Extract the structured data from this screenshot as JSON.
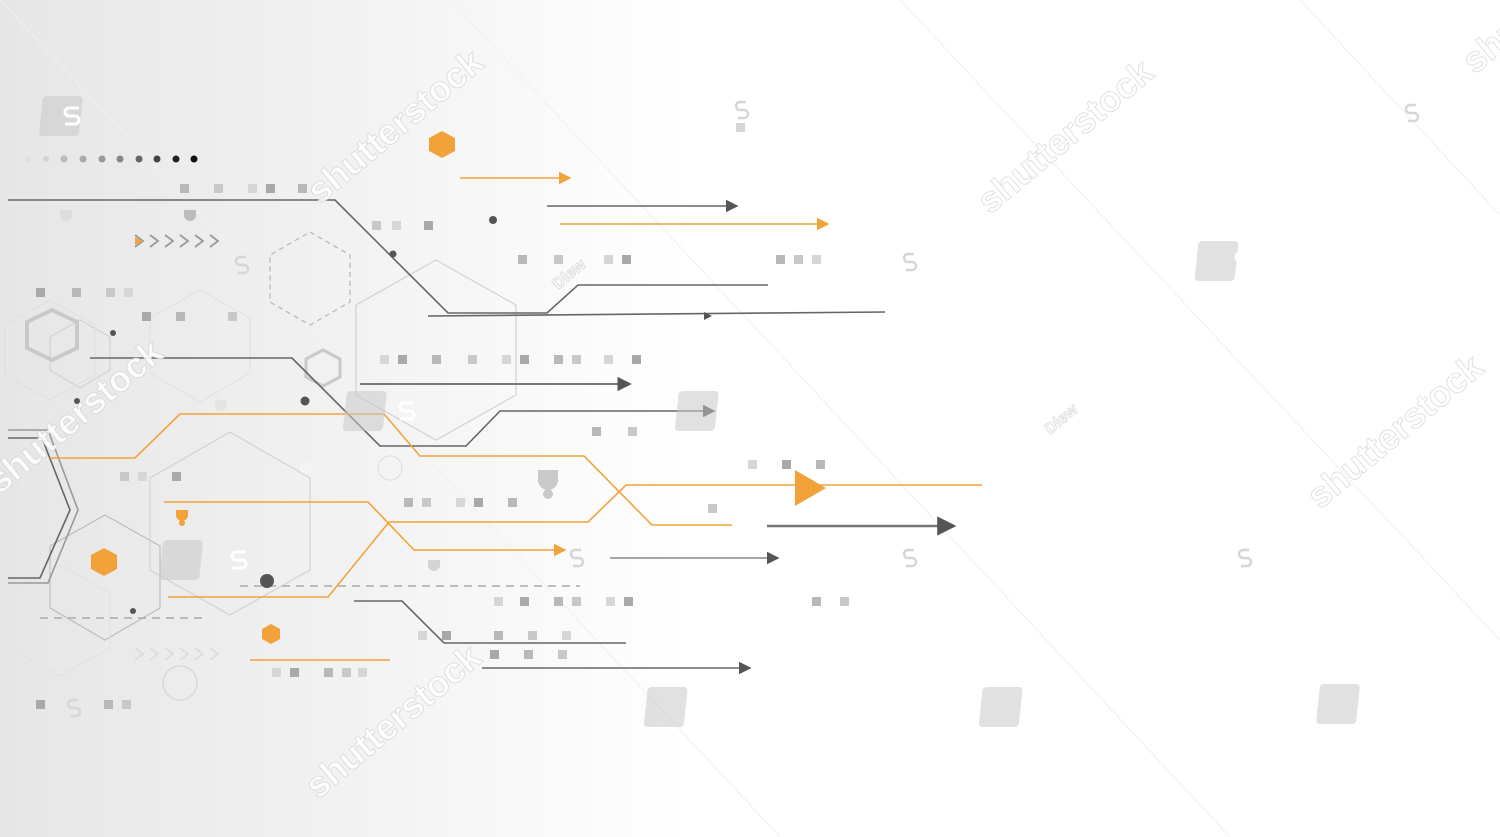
{
  "image": {
    "description_tags": [
      "abstract-technology-background",
      "circuit-lines",
      "hexagons",
      "arrows"
    ],
    "colors": {
      "accent": "#f2a23a",
      "line_dark": "#555555",
      "line_light": "#c8c8c8",
      "square": "#c4c4c4",
      "background_left": "#e6e6e6",
      "background_right": "#ffffff"
    }
  },
  "watermark": {
    "brand_text": "shutterstock",
    "small_text": "Dlew"
  }
}
